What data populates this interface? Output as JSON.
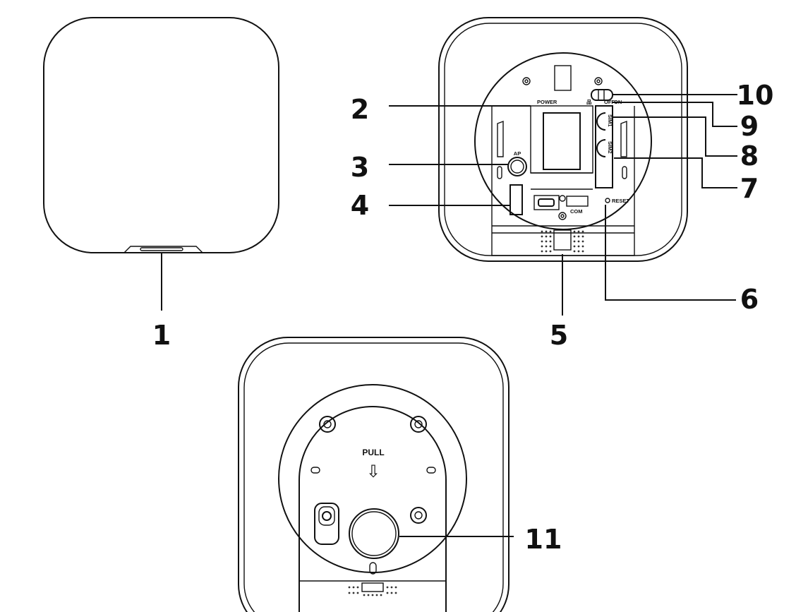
{
  "callouts": {
    "c1": "1",
    "c2": "2",
    "c3": "3",
    "c4": "4",
    "c5": "5",
    "c6": "6",
    "c7": "7",
    "c8": "8",
    "c9": "9",
    "c10": "10",
    "c11": "11"
  },
  "panel_labels": {
    "power": "POWER",
    "ap": "AP",
    "com": "COM",
    "reset": "RESET",
    "off": "OFF",
    "on": "ON",
    "sim1": "SIM1",
    "sim2": "SIM2",
    "ethernet": "品",
    "pull": "PULL",
    "pull_arrow": "⇩"
  }
}
